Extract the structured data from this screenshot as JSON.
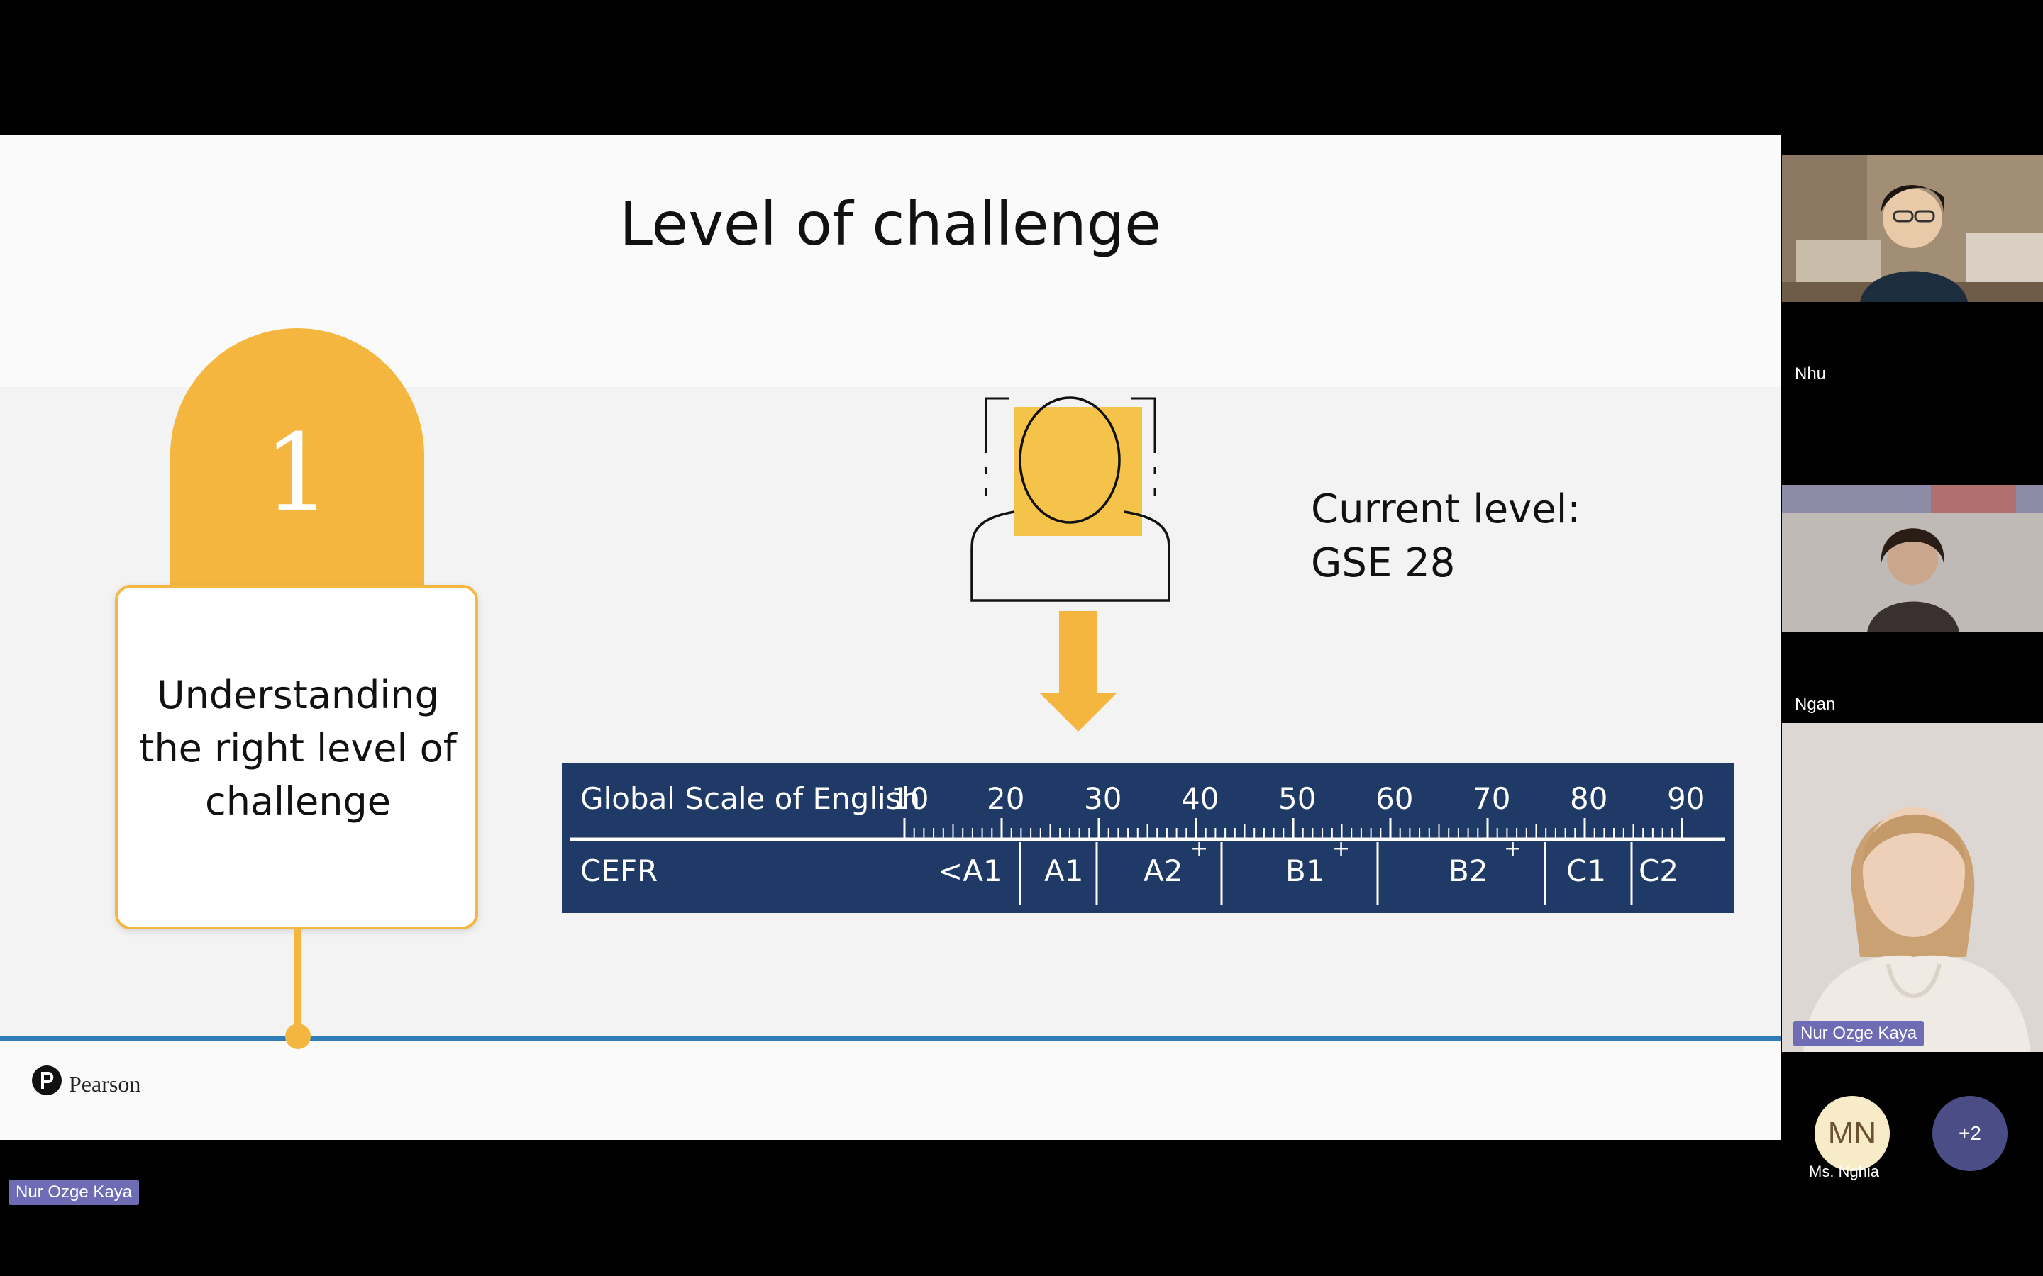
{
  "slide": {
    "title": "Level of challenge",
    "step_number": "1",
    "step_text": [
      "Understanding",
      "the right level of",
      "challenge"
    ],
    "current_level": [
      "Current level:",
      "GSE 28"
    ],
    "brand": "Pearson",
    "colors": {
      "accent": "#f4b63f",
      "scale_bg": "#1f3a66",
      "timeline": "#2f7db8"
    },
    "scale": {
      "gse_label": "Global Scale of English",
      "gse_ticks": [
        "10",
        "20",
        "30",
        "40",
        "50",
        "60",
        "70",
        "80",
        "90"
      ],
      "cefr_label": "CEFR",
      "cefr_levels": [
        "<A1",
        "A1",
        "A2",
        "B1",
        "B2",
        "C1",
        "C2"
      ],
      "plus_marks": [
        "+",
        "+",
        "+"
      ]
    }
  },
  "presenter_label": "Nur Ozge Kaya",
  "participants": [
    {
      "name": "Nhu"
    },
    {
      "name": "Ngan"
    },
    {
      "name": "Nur Ozge Kaya"
    },
    {
      "name": "Ms. Nghia",
      "initials": "MN"
    }
  ],
  "more_participants": "+2"
}
